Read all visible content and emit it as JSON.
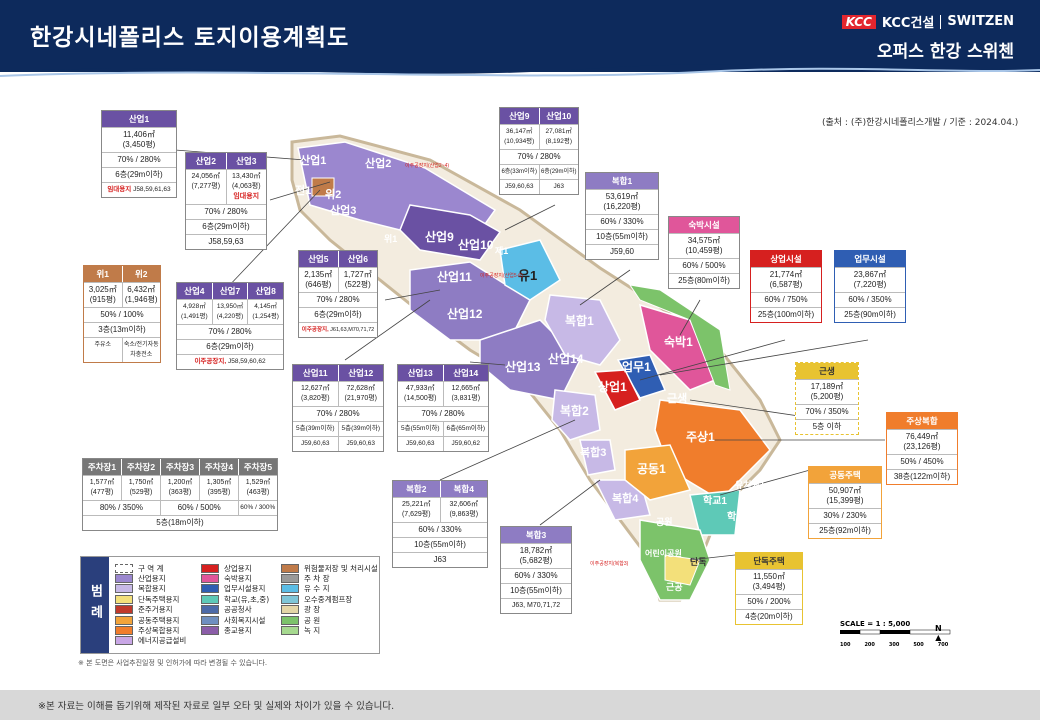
{
  "header": {
    "title": "한강시네폴리스 토지이용계획도",
    "brand_kcc": "KCC",
    "brand_kcc_text": "KCC건설",
    "brand_switzen": "SWITZEN",
    "brand_sub": "오퍼스 한강 스위첸"
  },
  "source": "(출처 : (주)한강시네폴리스개발 / 기준 : 2024.04.)",
  "footer": "※본 자료는 이해를 돕기위해 제작된 자료로 일부 오타 및 실제와 차이가 있을 수 있습니다.",
  "note": "※ 본 도면은 사업추진일정 및 인허가에 따라 변경될 수 있습니다.",
  "boxes": {
    "ind1": {
      "h": "산업1",
      "area": "11,406㎡",
      "pyeong": "(3,450평)",
      "ratio": "70% / 280%",
      "floors": "6층(29m이하)",
      "lot_label": "임대용지",
      "lot": "J58,59,61,63"
    },
    "ind23": {
      "h1": "산업2",
      "h2": "산업3",
      "a1": "24,056㎡",
      "p1": "(7,277평)",
      "a2": "13,430㎡",
      "p2": "(4,063평)",
      "tag2": "임대용지",
      "ratio": "70% / 280%",
      "floors": "6층(29m이하)",
      "lot": "J58,59,63"
    },
    "ind910": {
      "h1": "산업9",
      "h2": "산업10",
      "a1": "36,147㎡",
      "p1": "(10,934평)",
      "a2": "27,081㎡",
      "p2": "(8,192평)",
      "ratio": "70% / 280%",
      "f1": "6층(33m이하)",
      "f2": "6층(29m이하)",
      "l1": "J59,60,63",
      "l2": "J63"
    },
    "mix1": {
      "h": "복합1",
      "area": "53,619㎡",
      "pyeong": "(16,220평)",
      "ratio": "60% / 330%",
      "floors": "10층(55m이하)",
      "lot": "J59,60"
    },
    "hotel": {
      "h": "숙박시설",
      "area": "34,575㎡",
      "pyeong": "(10,459평)",
      "ratio": "60% / 500%",
      "floors": "25층(80m이하)"
    },
    "shop": {
      "h": "상업시설",
      "area": "21,774㎡",
      "pyeong": "(6,587평)",
      "ratio": "60% / 750%",
      "floors": "25층(100m이하)"
    },
    "office": {
      "h": "업무시설",
      "area": "23,867㎡",
      "pyeong": "(7,220평)",
      "ratio": "60% / 350%",
      "floors": "25층(90m이하)"
    },
    "wi12": {
      "h1": "위1",
      "h2": "위2",
      "a1": "3,025㎡",
      "p1": "(915평)",
      "a2": "6,432㎡",
      "p2": "(1,946평)",
      "ratio": "50% / 100%",
      "floors": "3층(13m이하)",
      "u1": "주유소",
      "u2": "숙소/전기자동차충전소"
    },
    "ind56": {
      "h1": "산업5",
      "h2": "산업6",
      "a1": "2,135㎡",
      "p1": "(646평)",
      "a2": "1,727㎡",
      "p2": "(522평)",
      "ratio": "70% / 280%",
      "floors": "6층(29m이하)",
      "lot_label": "이주공장지,",
      "lot": "J61,63,M70,71,72"
    },
    "ind478": {
      "h1": "산업4",
      "h2": "산업7",
      "h3": "산업8",
      "a1": "4,928㎡",
      "p1": "(1,491평)",
      "a2": "13,950㎡",
      "p2": "(4,220평)",
      "a3": "4,145㎡",
      "p3": "(1,254평)",
      "ratio": "70% / 280%",
      "floors": "6층(29m이하)",
      "lot_label": "이주공장지,",
      "lot": "J58,59,60,62"
    },
    "ind1112": {
      "h1": "산업11",
      "h2": "산업12",
      "a1": "12,627㎡",
      "p1": "(3,820평)",
      "a2": "72,628㎡",
      "p2": "(21,970평)",
      "ratio": "70% / 280%",
      "f1": "5층(39m이하)",
      "f2": "5층(39m이하)",
      "l1": "J59,60,63",
      "l2": "J59,60,63"
    },
    "ind1314": {
      "h1": "산업13",
      "h2": "산업14",
      "a1": "47,933㎡",
      "p1": "(14,500평)",
      "a2": "12,665㎡",
      "p2": "(3,831평)",
      "ratio": "70% / 280%",
      "f1": "5층(55m이하)",
      "f2": "6층(65m이하)",
      "l1": "J59,60,63",
      "l2": "J59,60,62"
    },
    "near": {
      "h": "근생",
      "area": "17,189㎡",
      "pyeong": "(5,200평)",
      "ratio": "70% / 350%",
      "floors": "5층 이하"
    },
    "mixres": {
      "h": "주상복합",
      "area": "76,449㎡",
      "pyeong": "(23,126평)",
      "ratio": "50% / 450%",
      "floors": "38층(122m이하)"
    },
    "parking": {
      "h1": "주차장1",
      "h2": "주차장2",
      "h3": "주차장3",
      "h4": "주차장4",
      "h5": "주차장5",
      "a1": "1,577㎡",
      "p1": "(477평)",
      "a2": "1,750㎡",
      "p2": "(529평)",
      "a3": "1,200㎡",
      "p3": "(363평)",
      "a4": "1,305㎡",
      "p4": "(395평)",
      "a5": "1,529㎡",
      "p5": "(463평)",
      "r1": "80% / 350%",
      "r2": "60% / 500%",
      "r3": "60% / 300%",
      "floors": "5층(18m이하)"
    },
    "mix24": {
      "h1": "복합2",
      "h2": "복합4",
      "a1": "25,221㎡",
      "p1": "(7,629평)",
      "a2": "32,606㎡",
      "p2": "(9,863평)",
      "ratio": "60% / 330%",
      "floors": "10층(55m이하)",
      "lot": "J63"
    },
    "mix3": {
      "h": "복합3",
      "area": "18,782㎡",
      "pyeong": "(5,682평)",
      "ratio": "60% / 330%",
      "floors": "10층(55m이하)",
      "lot": "J63, M70,71,72"
    },
    "pubhouse": {
      "h": "공동주택",
      "area": "50,907㎡",
      "pyeong": "(15,399평)",
      "ratio": "30% / 230%",
      "floors": "25층(92m이하)"
    },
    "single": {
      "h": "단독주택",
      "area": "11,550㎡",
      "pyeong": "(3,494평)",
      "ratio": "50% / 200%",
      "floors": "4층(20m이하)"
    }
  },
  "map_labels": {
    "ind1": "산업1",
    "ind2": "산업2",
    "ind3": "산업3",
    "jeon1": "전1",
    "wi2": "위2",
    "wi1": "위1",
    "ind9": "산업9",
    "ind10": "산업10",
    "jegong1": "제1",
    "yu1": "유1",
    "ind11": "산업11",
    "ind12": "산업12",
    "mix1": "복합1",
    "ind13": "산업13",
    "ind14": "산업14",
    "office1": "업무1",
    "shop1": "상업1",
    "hotel1": "숙박1",
    "near": "근생",
    "mix2": "복합2",
    "mixres1": "주상1",
    "mix3": "복합3",
    "pub1": "공동1",
    "mix4": "복합4",
    "school1": "학교1",
    "school2": "학교2",
    "park1": "유치원1",
    "garden": "어공",
    "single": "단독",
    "neighbor": "어린이공원",
    "keun": "근공",
    "gong": "공원"
  },
  "map_notes": {
    "n1": "이주공장지(산업2~4)",
    "n2": "이주공장지(산업5·6)",
    "n3": "이주공장지(복합3)"
  },
  "legend": {
    "title": "범례",
    "col1": [
      "구 역 계",
      "산업용지",
      "복합용지",
      "단독주택용지",
      "준주거용지",
      "공동주택용지",
      "주상복합용지",
      "에너지공급설비"
    ],
    "col2": [
      "상업용지",
      "숙박용지",
      "업무시설용지",
      "학교(유,초,중)",
      "공공청사",
      "사회복지시설",
      "종교용지"
    ],
    "col3": [
      "위험물저장 및 처리시설",
      "주 차 장",
      "유 수 지",
      "오수중계펌프장",
      "광  장",
      "공  원",
      "녹  지"
    ]
  },
  "scale": {
    "label": "SCALE = 1 : 5,000",
    "ticks": [
      "100",
      "200",
      "300",
      "500",
      "700"
    ],
    "north": "N"
  },
  "colors": {
    "header": "#0d2a5c",
    "industry": "#6a51a3",
    "commercial": "#d6201f",
    "mixed_res": "#f07d2c",
    "office": "#2f5eb3",
    "hotel": "#e0569a",
    "park": "#7cc36a",
    "water": "#5bbde6"
  }
}
